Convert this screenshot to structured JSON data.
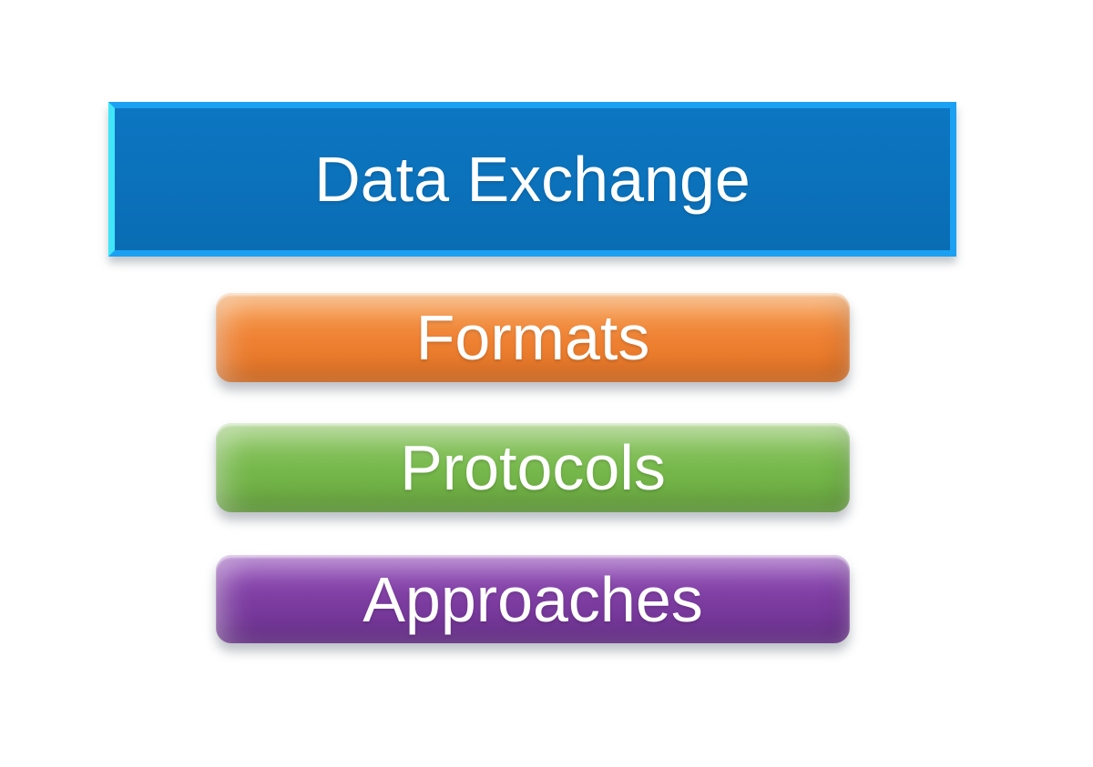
{
  "diagram": {
    "title_box": {
      "label": "Data Exchange",
      "colors": {
        "fill": "#0C76C2",
        "fill_dark": "#0A6DB4",
        "border": "#1BA0F2",
        "edge": "#3FE7F9"
      }
    },
    "items": [
      {
        "label": "Formats",
        "colors": {
          "light": "#F9A65B",
          "mid": "#EE8133",
          "dark": "#E37222"
        }
      },
      {
        "label": "Protocols",
        "colors": {
          "light": "#9ACD73",
          "mid": "#76B84B",
          "dark": "#68A63E"
        }
      },
      {
        "label": "Approaches",
        "colors": {
          "light": "#9B59C0",
          "mid": "#7C3CA0",
          "dark": "#6C3190"
        }
      }
    ]
  }
}
